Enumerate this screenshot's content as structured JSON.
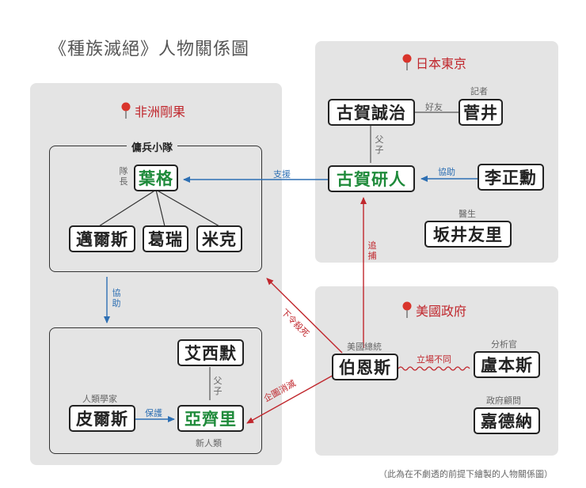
{
  "title": "《種族滅絕》人物關係圖",
  "footnote": "（此為在不劇透的前提下繪製的人物關係圖）",
  "regions": {
    "congo": "非洲剛果",
    "japan": "日本東京",
    "usa": "美國政府"
  },
  "groups": {
    "mercenary": "傭兵小隊"
  },
  "characters": {
    "yeager": "葉格",
    "meyers": "邁爾斯",
    "garrett": "葛瑞",
    "mick": "米克",
    "aisimo": "艾西默",
    "akili": "亞齊里",
    "pierce": "皮爾斯",
    "seiji": "古賀誠治",
    "sugai": "菅井",
    "kento": "古賀研人",
    "jeonghoon": "李正勳",
    "yuri": "坂井友里",
    "burns": "伯恩斯",
    "rubens": "盧本斯",
    "gardner": "嘉德納"
  },
  "roles": {
    "captain": "隊長",
    "anthropologist": "人類學家",
    "new_human": "新人類",
    "journalist": "記者",
    "doctor": "醫生",
    "president": "美國總統",
    "analyst": "分析官",
    "advisor": "政府顧問"
  },
  "relations": {
    "friend": "好友",
    "father_son_japan": "父子",
    "father_son_congo": "父子",
    "support": "支援",
    "assist_japan": "協助",
    "assist_congo": "協助",
    "protect": "保護",
    "pursue": "追捕",
    "kill_order": "下令殺死",
    "genocide_attempt": "企圖消滅",
    "opposing": "立場不同"
  },
  "colors": {
    "region_bg": "#e4e4e4",
    "blue_arrow": "#2d6fb3",
    "red_arrow": "#c0272d",
    "green_text": "#1e8a3a"
  }
}
